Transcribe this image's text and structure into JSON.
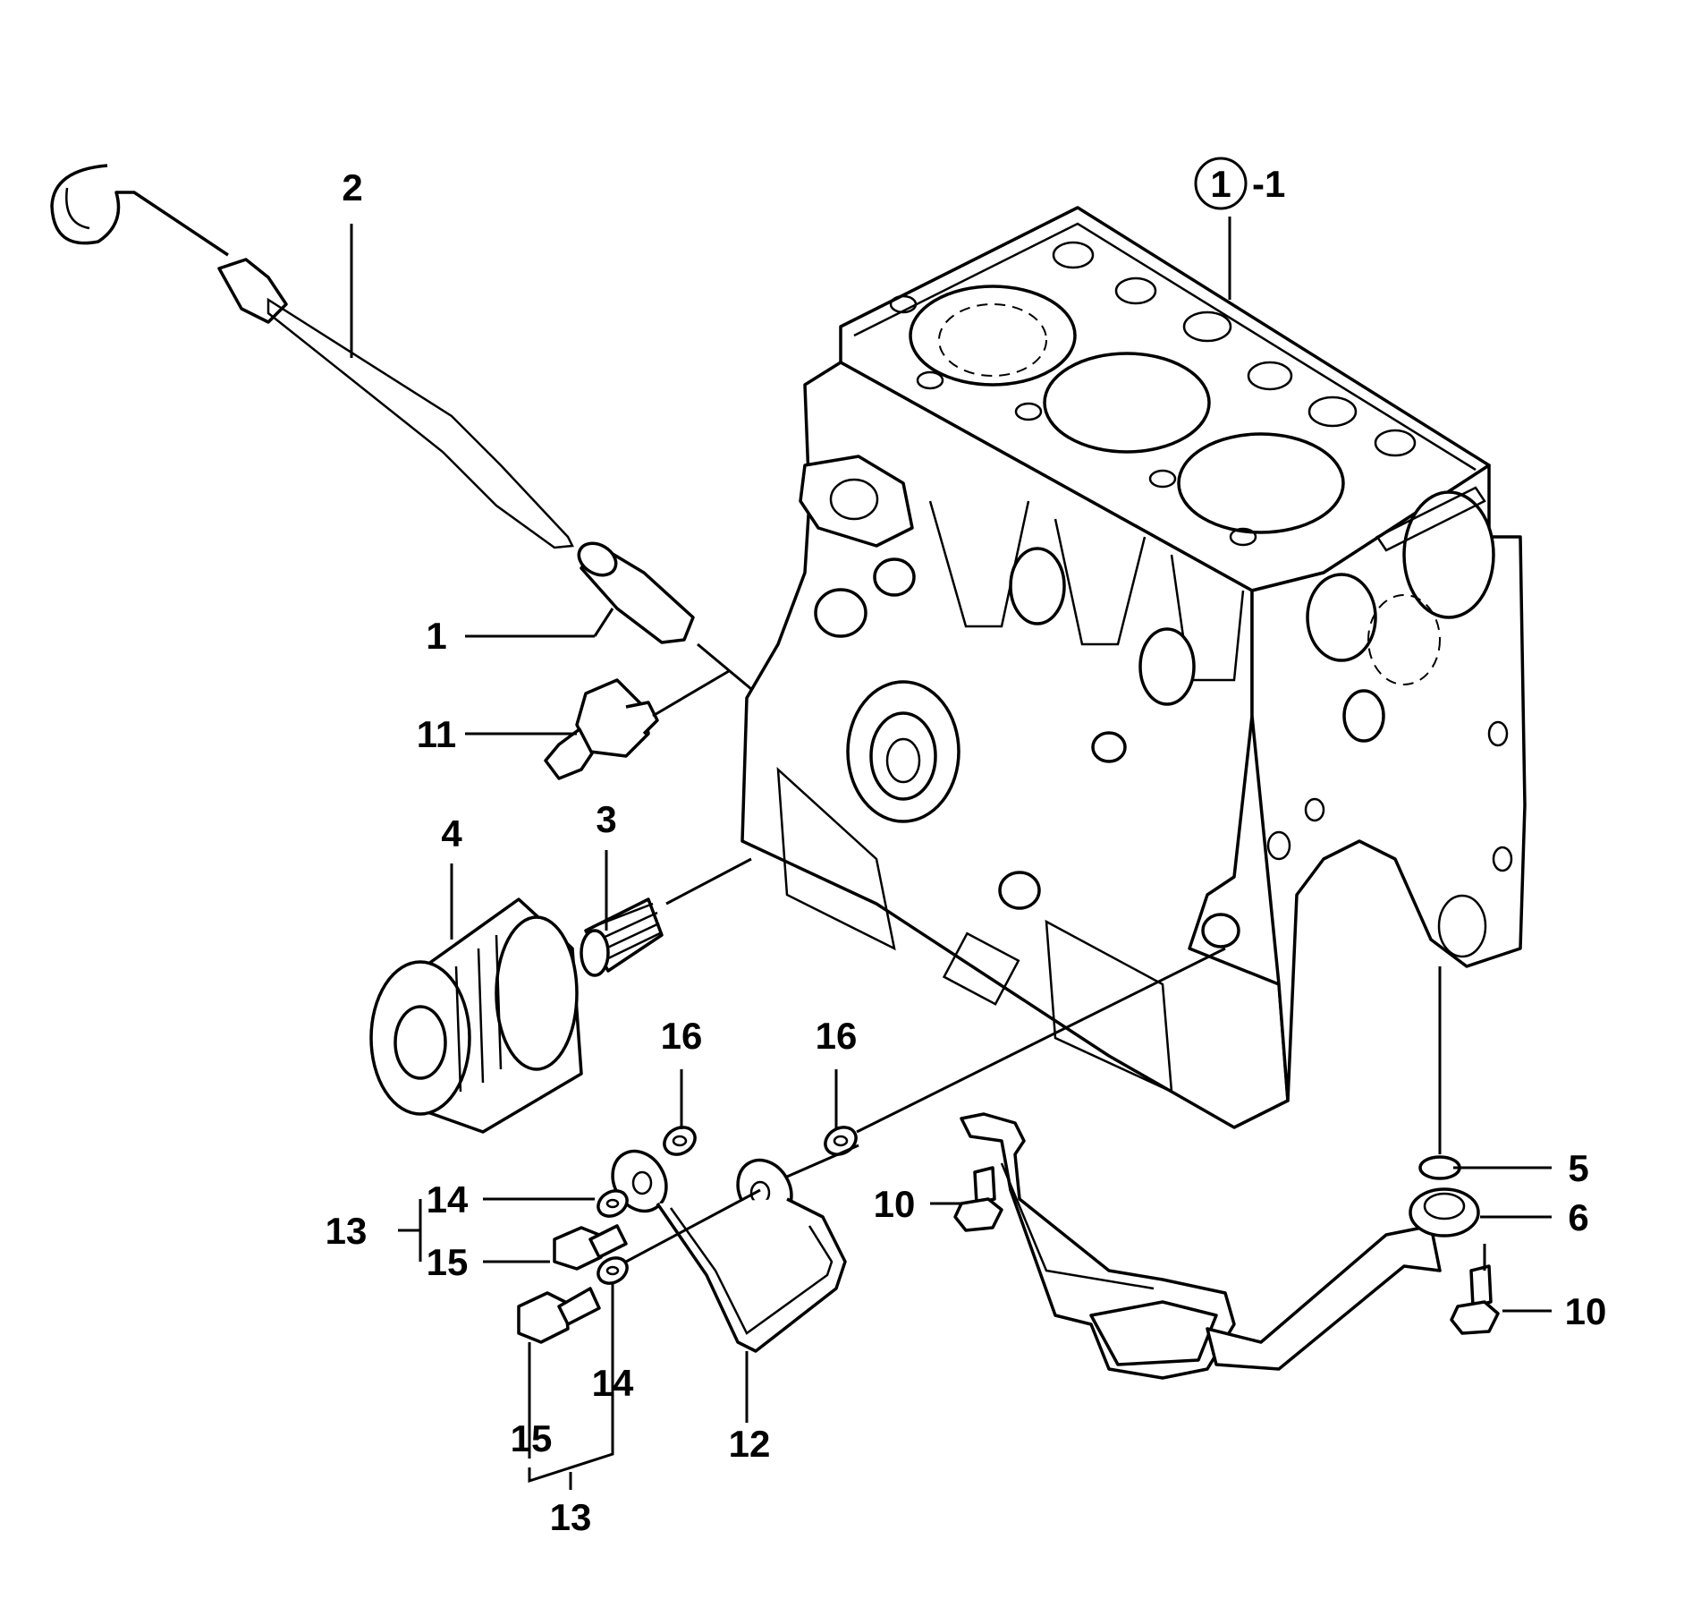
{
  "callouts": {
    "c1": "1",
    "c2": "2",
    "c3": "3",
    "c4": "4",
    "c5": "5",
    "c6": "6",
    "c10a": "10",
    "c10b": "10",
    "c11": "11",
    "c12": "12",
    "c13a": "13",
    "c13b": "13",
    "c14a": "14",
    "c14b": "14",
    "c15a": "15",
    "c15b": "15",
    "c16a": "16",
    "c16b": "16",
    "block_circle": "1",
    "block_suffix": "-1"
  }
}
